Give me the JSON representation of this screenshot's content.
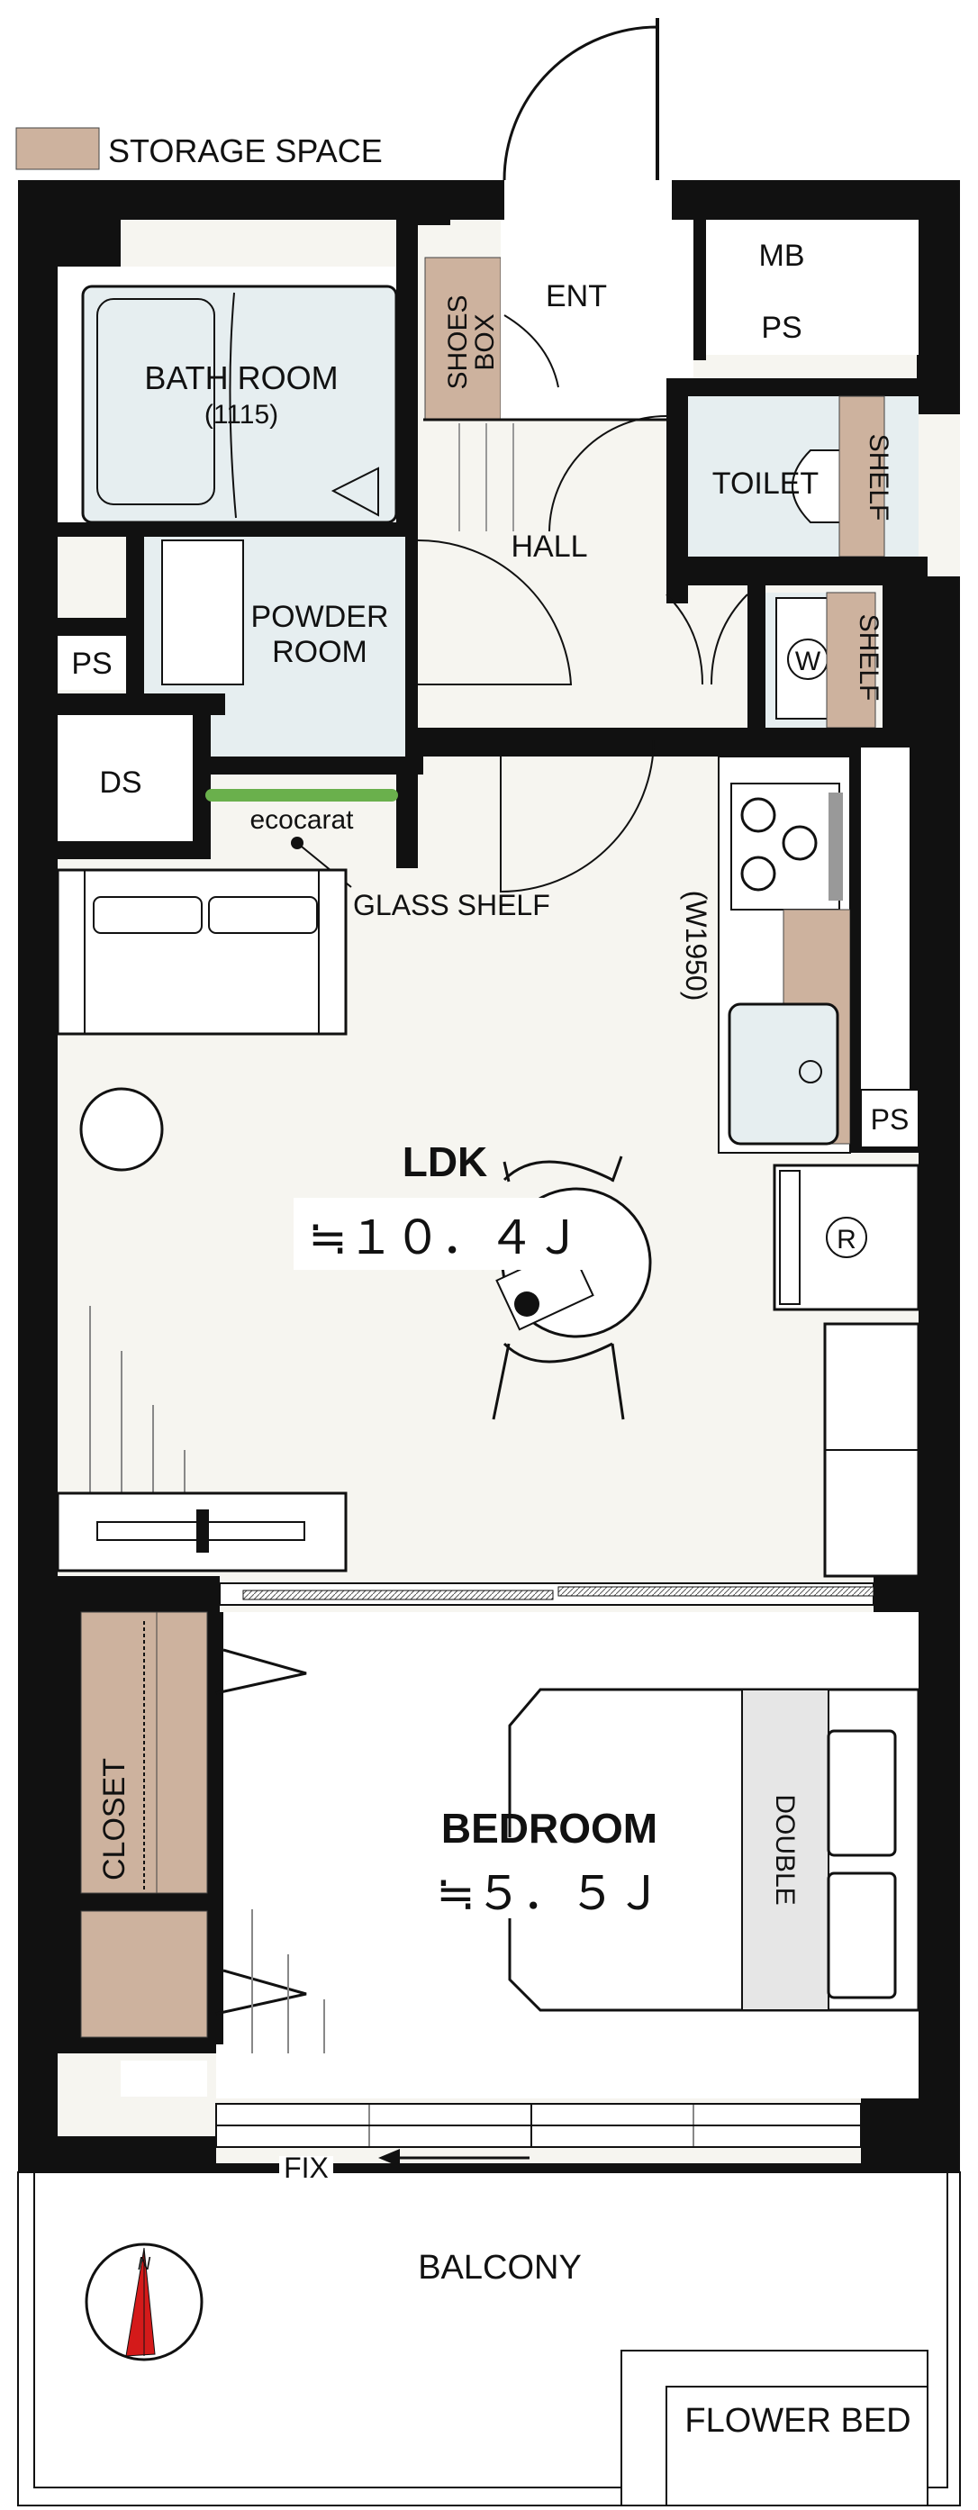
{
  "legend": {
    "label": "STORAGE SPACE",
    "color": "#cdb29e"
  },
  "colors": {
    "wall": "#111111",
    "floor": "#f6f5f0",
    "wet": "#e6eef0",
    "storage": "#cdb29e",
    "accent": "#6ab04c",
    "compass": "#d41a1a"
  },
  "rooms": {
    "bath": {
      "label": "BATH ROOM",
      "sub": "(1115)"
    },
    "shoes_1": "SHOES",
    "shoes_2": "BOX",
    "entrance": "ENT",
    "mb": "MB",
    "ps_top": "PS",
    "toilet": "TOILET",
    "shelf_toilet": "SHELF",
    "hall": "HALL",
    "powder_1": "POWDER",
    "powder_2": "ROOM",
    "ps_left": "PS",
    "washer": "W",
    "shelf_kitchen": "SHELF",
    "ds": "DS",
    "ecocarat": "ecocarat",
    "glass_shelf": "GLASS SHELF",
    "kitchen_width": "(W1950)",
    "ps_kitchen": "PS",
    "fridge": "R",
    "ldk": {
      "label": "LDK",
      "area": "≒１０．４Ｊ"
    },
    "closet": "CLOSET",
    "bedroom": {
      "label": "BEDROOM",
      "area": "≒５．５Ｊ"
    },
    "double": "DOUBLE",
    "fix": "FIX",
    "balcony": "BALCONY",
    "flower_bed": "FLOWER BED",
    "compass_n": "N"
  }
}
